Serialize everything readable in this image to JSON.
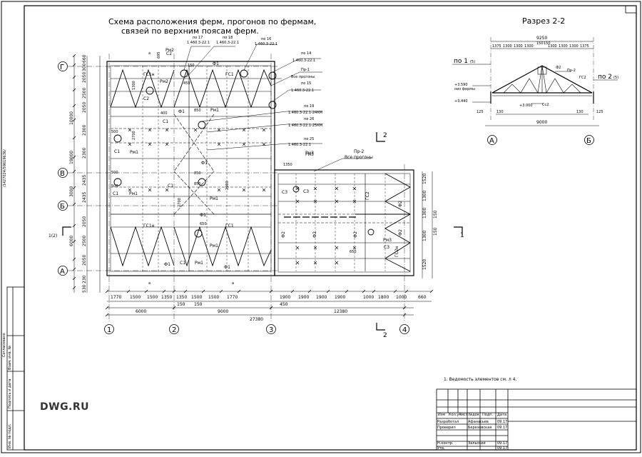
{
  "plan": {
    "title_lines": [
      "Схема расположения ферм, прогонов по фермам,",
      "связей по верхним поясам ферм."
    ],
    "axes_letters": [
      "Г",
      "В",
      "Б",
      "А"
    ],
    "axes_numbers": [
      "1",
      "2",
      "3",
      "4"
    ],
    "left_dims": [
      "660",
      "300",
      "2050",
      "2500",
      "2050",
      "2300",
      "2300",
      "2435",
      "2435",
      "2050",
      "2500",
      "2050",
      "230",
      "530"
    ],
    "left_totals": [
      "10000",
      "19000",
      "3000",
      "6000"
    ],
    "bottom_dims": [
      "1770",
      "1500",
      "1500",
      "1350",
      "1350",
      "1500",
      "1500",
      "1770",
      "1900",
      "1900",
      "1900",
      "1900",
      "1000",
      "1800",
      "1000",
      "660"
    ],
    "bottom_sub": [
      "150",
      "150",
      "450"
    ],
    "bottom_spans": [
      "6000",
      "9000",
      "12380"
    ],
    "bottom_total": "27380",
    "right_dims": [
      "1520",
      "1300",
      "1300",
      "1300",
      "1520",
      "150",
      "150"
    ],
    "small_dims": [
      "500",
      "500",
      "500",
      "400",
      "850",
      "850",
      "850",
      "2700",
      "2700",
      "2900",
      "1350",
      "650",
      "650",
      "695",
      "150",
      "450",
      "1300"
    ],
    "truss_labels": [
      "ГС1н",
      "ГС1",
      "ГС1н",
      "ГС1",
      "ГС2",
      "ГС2н",
      "Ф1",
      "Ф1",
      "Ф1",
      "Ф1",
      "Ф1",
      "Ф1",
      "Ф2",
      "Ф2",
      "Ф2",
      "Ф2",
      "Ф2"
    ],
    "bracing_labels": [
      "С1",
      "С1",
      "С1",
      "С1",
      "С1",
      "С2",
      "С2",
      "С3",
      "С3",
      "С3"
    ],
    "rm_labels": [
      "Рм2",
      "Рм2",
      "Рм1",
      "Рм1",
      "Рм1",
      "Рм1",
      "Рм1",
      "Рм1",
      "Рм3",
      "Рм3"
    ],
    "callouts": [
      "по 17",
      "1.460.3-22.1",
      "по 18",
      "1.460.3-22.1",
      "по 16",
      "1.460.3-22.1",
      "по 14",
      "1.460.3-22.1",
      "Пр-1",
      "Все прогоны",
      "по 15",
      "1.460.3-22.1",
      "по 19",
      "1.460.3-22.1-24КМ",
      "по 26",
      "1.460.3-22.1-25КМ",
      "по 25",
      "1.460.3-22.1",
      "Рм3",
      "Пр-2",
      "Все прогоны"
    ],
    "cut_marks": [
      "2",
      "2",
      "1",
      "1",
      "1(2)"
    ],
    "misc_a": "а"
  },
  "section": {
    "title": "Разрез 2-2",
    "top_total": "9250",
    "top_dims": [
      "1375",
      "1300",
      "1300",
      "1300",
      "150",
      "150",
      "1300",
      "1300",
      "1300",
      "1375"
    ],
    "labels": [
      "по 1",
      "(5)",
      "по 2",
      "(5)",
      "Ф2",
      "Пр-2",
      "ГС2",
      "Сс2",
      "+3.590",
      "низ фермы",
      "+3.440",
      "+3.000"
    ],
    "bottom_dims": [
      "125",
      "130",
      "130",
      "125"
    ],
    "span": "9000",
    "axes": [
      "А",
      "Б"
    ]
  },
  "notes": [
    "1. Ведомость элементов см. л 4."
  ],
  "stamp": {
    "headers": [
      "Изм",
      "Кол.уч",
      "Лист",
      "№док",
      "Подп.",
      "Дата"
    ],
    "rows": [
      [
        "Разработал",
        "Афанасьев",
        "",
        "09.17"
      ],
      [
        "Проверил",
        "Березовская",
        "",
        "09.17"
      ],
      [
        "Н.контр.",
        "Зальский",
        "",
        "09.17"
      ],
      [
        "Утв.",
        "",
        "",
        "09.17"
      ]
    ]
  },
  "left_strip": [
    "Инв. № подл.",
    "Подпись и дата",
    "Взам. инв. №",
    "Согласовано"
  ],
  "side_id": "/1427024/59619636/",
  "watermark": "DWG.RU"
}
